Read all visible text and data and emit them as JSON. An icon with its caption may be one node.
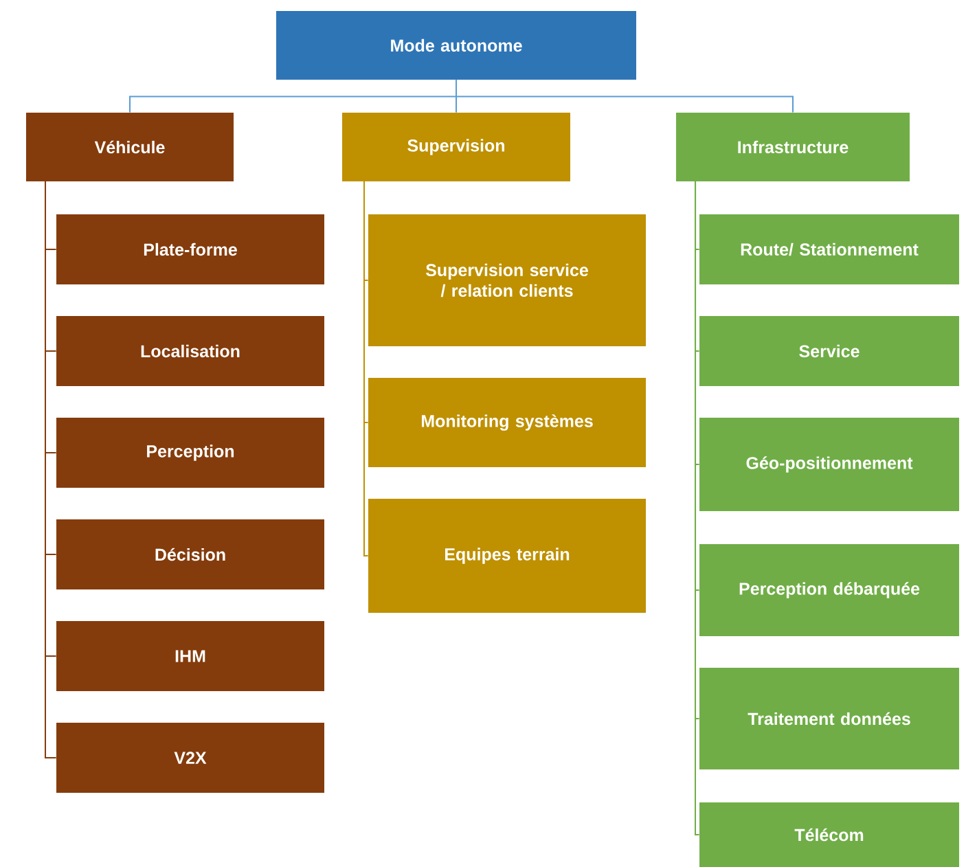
{
  "diagram": {
    "nodes": [
      {
        "text": [
          "Mode autonome"
        ]
      },
      {
        "text": [
          "Véhicule"
        ]
      },
      {
        "text": [
          "Supervision"
        ]
      },
      {
        "text": [
          "Infrastructure"
        ]
      },
      {
        "text": [
          "Plate-forme"
        ]
      },
      {
        "text": [
          "Localisation"
        ]
      },
      {
        "text": [
          "Perception"
        ]
      },
      {
        "text": [
          "Décision"
        ]
      },
      {
        "text": [
          "IHM"
        ]
      },
      {
        "text": [
          "V2X"
        ]
      },
      {
        "text": [
          "Supervision service / relation clients"
        ]
      },
      {
        "text": [
          "Monitoring systèmes"
        ]
      },
      {
        "text": [
          "Equipes terrain"
        ]
      },
      {
        "text": [
          "Route/ Stationnement"
        ]
      },
      {
        "text": [
          "Service"
        ]
      },
      {
        "text": [
          "Géo-positionnement"
        ]
      },
      {
        "text": [
          "Perception débarquée"
        ]
      },
      {
        "text": [
          "Traitement données"
        ]
      },
      {
        "text": [
          "Télécom"
        ]
      }
    ],
    "edges": [
      {
        "from": 0,
        "to": 1,
        "arrow": "none",
        "color": "#5b9bd5"
      },
      {
        "from": 0,
        "to": 2,
        "arrow": "none",
        "color": "#5b9bd5"
      },
      {
        "from": 0,
        "to": 3,
        "arrow": "none",
        "color": "#5b9bd5"
      },
      {
        "from": 1,
        "to": 4,
        "arrow": "none",
        "color": "#843c0c"
      },
      {
        "from": 1,
        "to": 5,
        "arrow": "none",
        "color": "#843c0c"
      },
      {
        "from": 1,
        "to": 6,
        "arrow": "none",
        "color": "#843c0c"
      },
      {
        "from": 1,
        "to": 7,
        "arrow": "none",
        "color": "#843c0c"
      },
      {
        "from": 1,
        "to": 8,
        "arrow": "none",
        "color": "#843c0c"
      },
      {
        "from": 1,
        "to": 9,
        "arrow": "none",
        "color": "#843c0c"
      },
      {
        "from": 2,
        "to": 10,
        "arrow": "none",
        "color": "#bf9000"
      },
      {
        "from": 2,
        "to": 11,
        "arrow": "none",
        "color": "#bf9000"
      },
      {
        "from": 2,
        "to": 12,
        "arrow": "none",
        "color": "#bf9000"
      },
      {
        "from": 3,
        "to": 13,
        "arrow": "none",
        "color": "#70ad47"
      },
      {
        "from": 3,
        "to": 14,
        "arrow": "none",
        "color": "#70ad47"
      },
      {
        "from": 3,
        "to": 15,
        "arrow": "none",
        "color": "#70ad47"
      },
      {
        "from": 3,
        "to": 16,
        "arrow": "none",
        "color": "#70ad47"
      },
      {
        "from": 3,
        "to": 17,
        "arrow": "none",
        "color": "#70ad47"
      },
      {
        "from": 3,
        "to": 18,
        "arrow": "none",
        "color": "#70ad47"
      }
    ]
  }
}
